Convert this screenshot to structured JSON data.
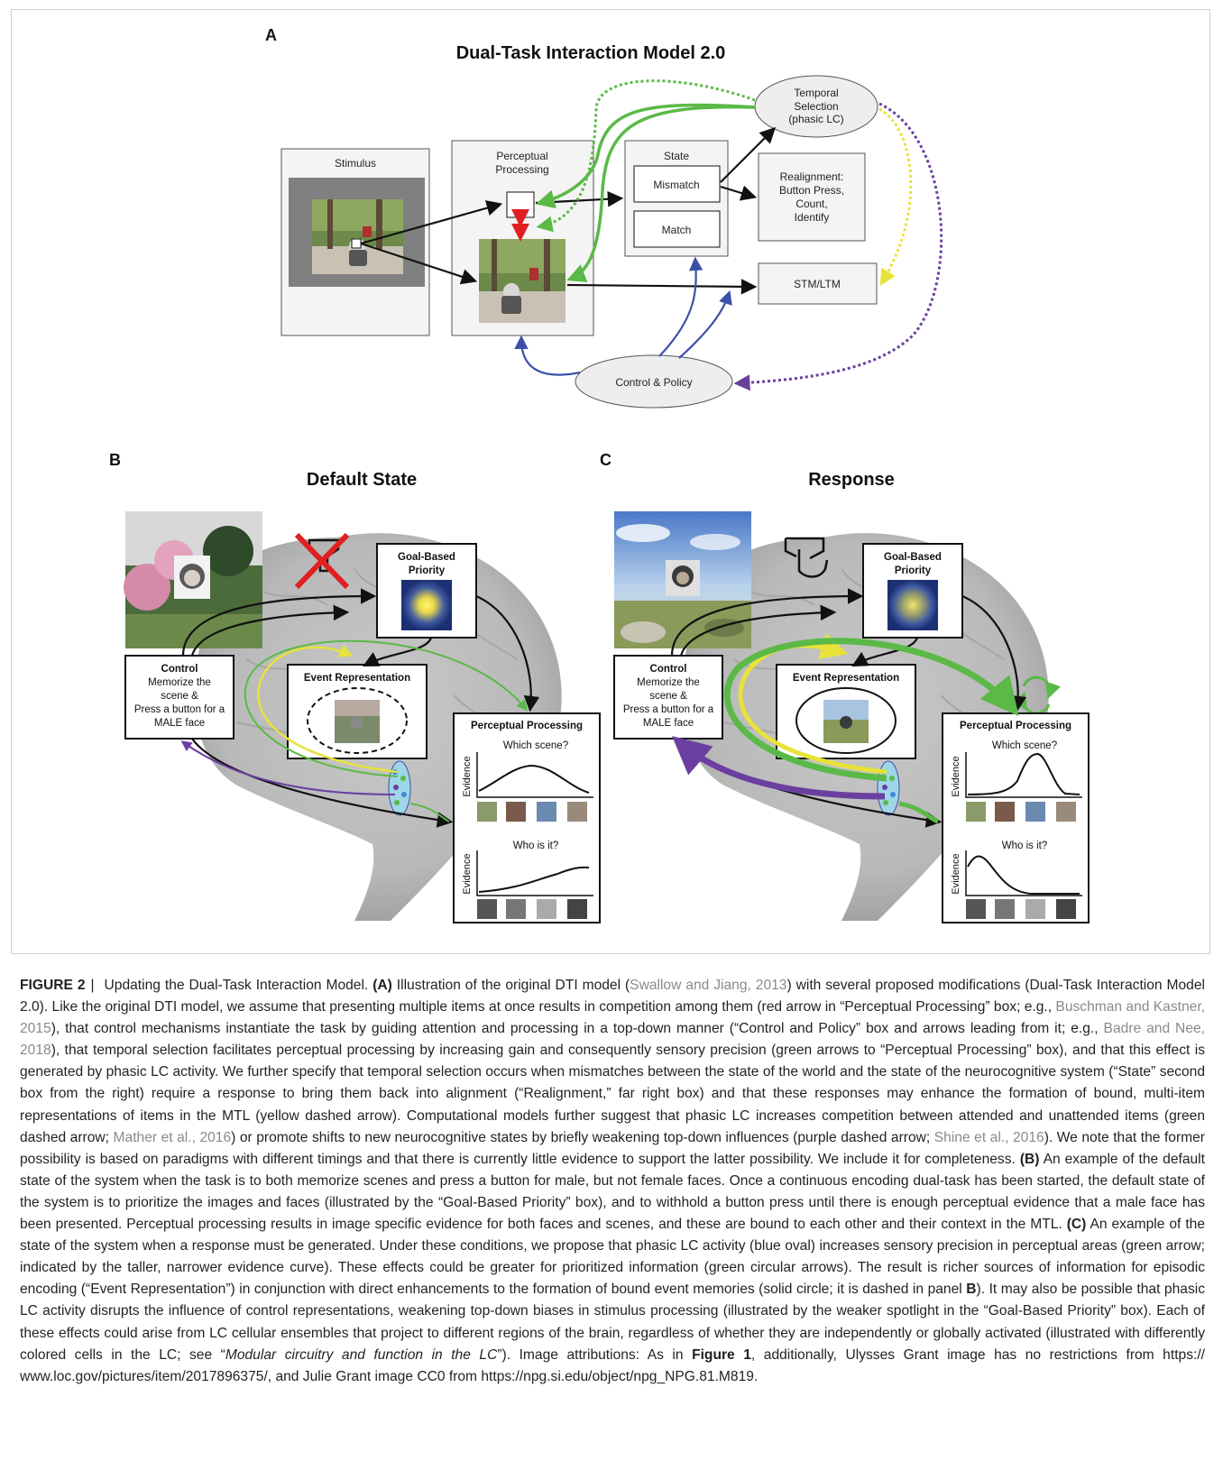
{
  "panel_a": {
    "letter": "A",
    "title": "Dual-Task Interaction Model 2.0",
    "stimulus_label": "Stimulus",
    "perceptual_label_1": "Perceptual",
    "perceptual_label_2": "Processing",
    "state_label": "State",
    "mismatch": "Mismatch",
    "match": "Match",
    "temporal_1": "Temporal",
    "temporal_2": "Selection",
    "temporal_3": "(phasic LC)",
    "realign_1": "Realignment:",
    "realign_2": "Button Press,",
    "realign_3": "Count,",
    "realign_4": "Identify",
    "stm": "STM/LTM",
    "control": "Control & Policy"
  },
  "panel_b": {
    "letter": "B",
    "title": "Default State",
    "goal_1": "Goal-Based",
    "goal_2": "Priority",
    "event": "Event Representation",
    "control_title": "Control",
    "control_1": "Memorize the",
    "control_2": "scene &",
    "control_3": "Press a button for a",
    "control_4": "MALE face",
    "perc_title": "Perceptual Processing",
    "q1": "Which scene?",
    "q2": "Who is it?",
    "evidence": "Evidence"
  },
  "panel_c": {
    "letter": "C",
    "title": "Response",
    "goal_1": "Goal-Based",
    "goal_2": "Priority",
    "event": "Event Representation",
    "control_title": "Control",
    "control_1": "Memorize the",
    "control_2": "scene &",
    "control_3": "Press a button for a",
    "control_4": "MALE face",
    "perc_title": "Perceptual Processing",
    "q1": "Which scene?",
    "q2": "Who is it?",
    "evidence": "Evidence"
  },
  "colors": {
    "green": "#5bb947",
    "yellow": "#e8e23a",
    "purple": "#6b3fa0",
    "blue": "#3b4fa8",
    "red": "#e02020",
    "caption_text": "#231f20",
    "reference": "#8a8a8a"
  },
  "caption": {
    "fig_label": "FIGURE 2",
    "sep": "|",
    "c1": "Updating the Dual-Task Interaction Model.",
    "a": "(A)",
    "c2": "Illustration of the original DTI model (",
    "r1": "Swallow and Jiang, 2013",
    "c3": ") with several proposed modifications (Dual-Task Interaction Model 2.0). Like the original DTI model, we assume that presenting multiple items at once results in competition among them (red arrow in “Perceptual Processing” box; e.g.,",
    "r2": "Buschman and Kastner, 2015",
    "c4": "), that control mechanisms instantiate the task by guiding attention and processing in a top-down manner (“Control and Policy” box and arrows leading from it; e.g.,",
    "r3": "Badre and Nee, 2018",
    "c5": "), that temporal selection facilitates perceptual processing by increasing gain and consequently sensory precision (green arrows to “Perceptual Processing” box), and that this effect is generated by phasic LC activity. We further specify that temporal selection occurs when mismatches between the state of the world and the state of the neurocognitive system (“State” second box from the right) require a response to bring them back into alignment (“Realignment,” far right box) and that these responses may enhance the formation of bound, multi-item representations of items in the MTL (yellow dashed arrow). Computational models further suggest that phasic LC increases competition between attended and unattended items (green dashed arrow;",
    "r4": "Mather et al., 2016",
    "c6": ") or promote shifts to new neurocognitive states by briefly weakening top-down influences (purple dashed arrow;",
    "r5": "Shine et al., 2016",
    "c7": "). We note that the former possibility is based on paradigms with different timings and that there is currently little evidence to support the latter possibility. We include it for completeness.",
    "b": "(B)",
    "c8": "An example of the default state of the system when the task is to both memorize scenes and press a button for male, but not female faces. Once a continuous encoding dual-task has been started, the default state of the system is to prioritize the images and faces (illustrated by the “Goal-Based Priority” box), and to withhold a button press until there is enough perceptual evidence that a male face has been presented. Perceptual processing results in image specific evidence for both faces and scenes, and these are bound to each other and their context in the MTL.",
    "c": "(C)",
    "c9": "An example of the state of the system when a response must be generated. Under these conditions, we propose that phasic LC activity (blue oval) increases sensory precision in perceptual areas (green arrow; indicated by the taller, narrower evidence curve). These effects could be greater for prioritized information (green circular arrows). The result is richer sources of information for episodic encoding (“Event Representation”) in conjunction with direct enhancements to the formation of bound event memories (solid circle; it is dashed in panel",
    "b2": "B",
    "c10": "). It may also be possible that phasic LC activity disrupts the influence of control representations, weakening top-down biases in stimulus processing (illustrated by the weaker spotlight in the “Goal-Based Priority” box). Each of these effects could arise from LC cellular ensembles that project to different regions of the brain, regardless of whether they are independently or globally activated (illustrated with differently colored cells in the LC; see “",
    "ital": "Modular circuitry and function in the LC",
    "c11": "”). Image attributions: As in",
    "fig1": "Figure 1",
    "c12": ", additionally, Ulysses Grant image has no restrictions from https:// www.loc.gov/pictures/item/2017896375/, and Julie Grant image CC0 from https://npg.si.edu/object/npg_NPG.81.M819."
  }
}
